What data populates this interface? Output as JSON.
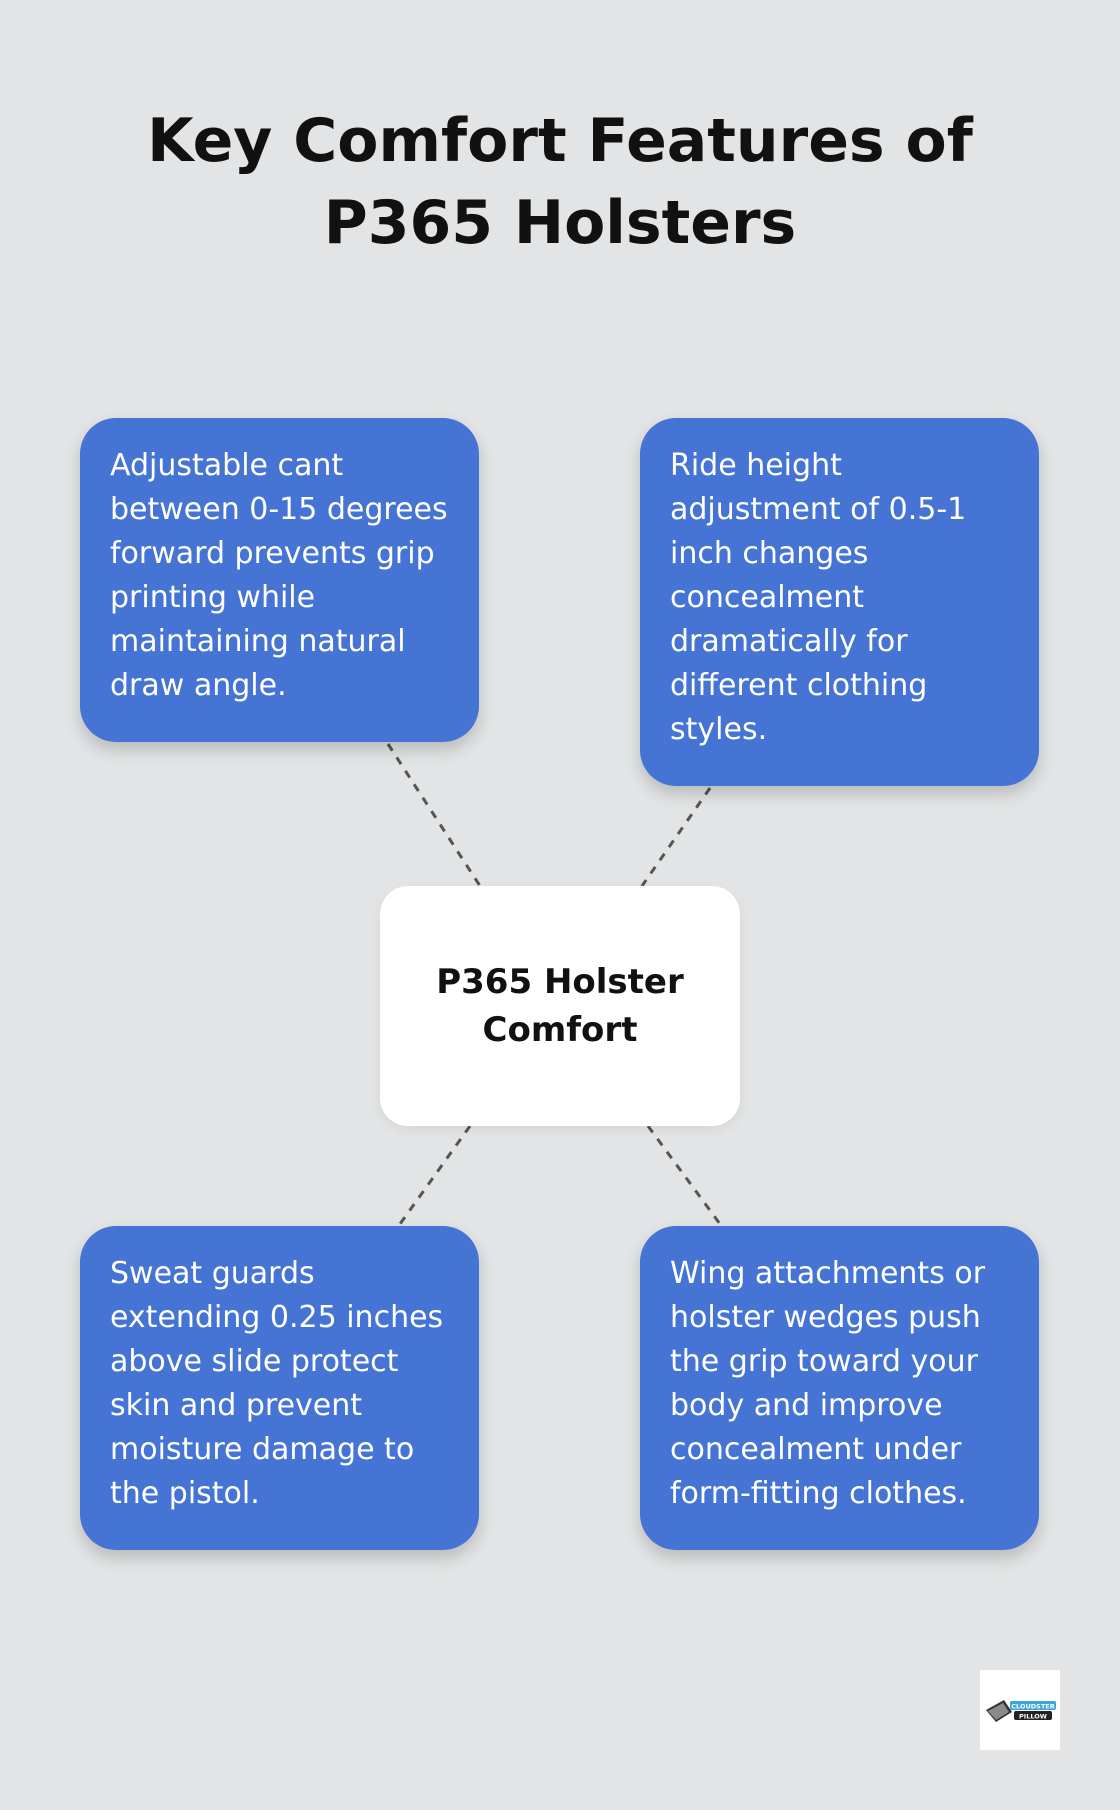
{
  "title": "Key Comfort Features of P365 Holsters",
  "center": {
    "label": "P365 Holster Comfort"
  },
  "features": [
    {
      "text": "Adjustable cant between 0-15 degrees forward prevents grip printing while maintaining natural draw angle."
    },
    {
      "text": "Ride height adjustment of 0.5-1 inch changes concealment dramatically for different clothing styles."
    },
    {
      "text": "Sweat guards extending 0.25 inches above slide protect skin and prevent moisture damage to the pistol."
    },
    {
      "text": "Wing attachments or holster wedges push the grip toward your body and improve concealment under form-fitting clothes."
    }
  ],
  "logo": {
    "text": "CLOUDSTER PILLOW",
    "icon": "pillow-logo-icon"
  },
  "colors": {
    "background": "#e2e4e5",
    "card": "#4574d4",
    "center": "#ffffff",
    "connector": "#555555"
  }
}
